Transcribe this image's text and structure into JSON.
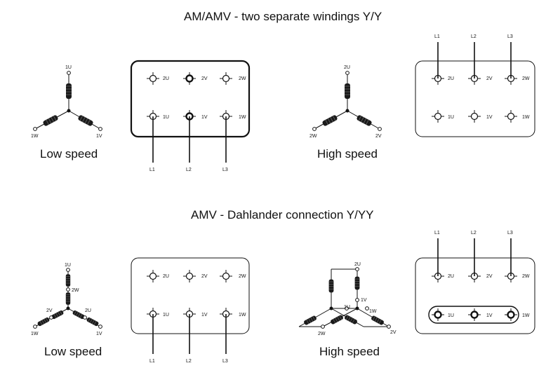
{
  "titles": {
    "top": "AM/AMV - two separate windings Y/Y",
    "bottom": "AMV - Dahlander connection Y/YY"
  },
  "labels": {
    "low_speed": "Low speed",
    "high_speed": "High speed"
  },
  "terminals": {
    "u2": "2U",
    "v2": "2V",
    "w2": "2W",
    "u1": "1U",
    "v1": "1V",
    "w1": "1W"
  },
  "lines": {
    "l1": "L1",
    "l2": "L2",
    "l3": "L3"
  }
}
